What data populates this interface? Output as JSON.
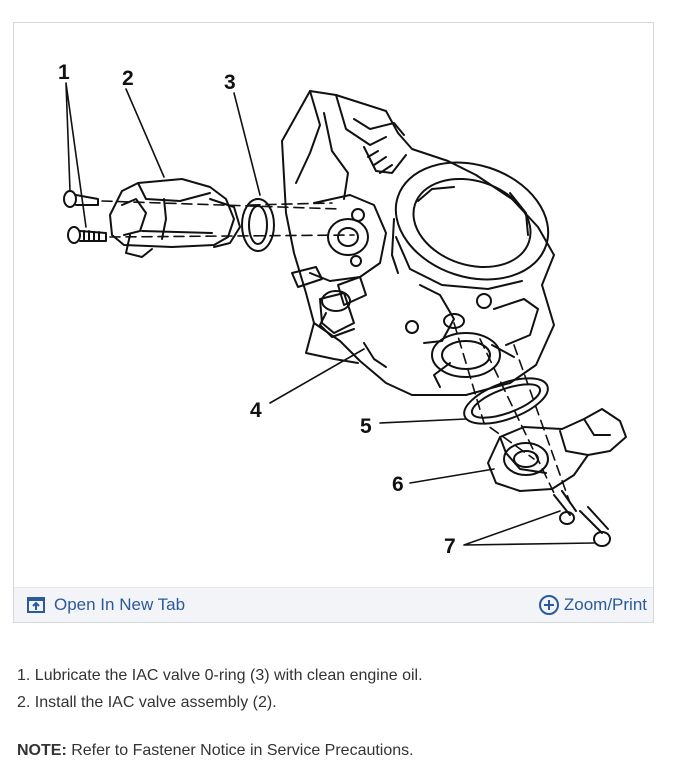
{
  "figure": {
    "callouts": [
      "1",
      "2",
      "3",
      "4",
      "5",
      "6",
      "7"
    ],
    "open_tab_label": "Open In New Tab",
    "zoom_print_label": "Zoom/Print",
    "open_tab_icon": "open-in-new-tab-icon",
    "zoom_icon": "zoom-plus-circle-icon",
    "link_color": "#2b5a9c"
  },
  "steps": [
    "1. Lubricate the IAC valve 0-ring (3) with clean engine oil.",
    "2. Install the IAC valve assembly (2)."
  ],
  "note": {
    "label": "NOTE:",
    "text": " Refer to Fastener Notice in Service Precautions."
  }
}
